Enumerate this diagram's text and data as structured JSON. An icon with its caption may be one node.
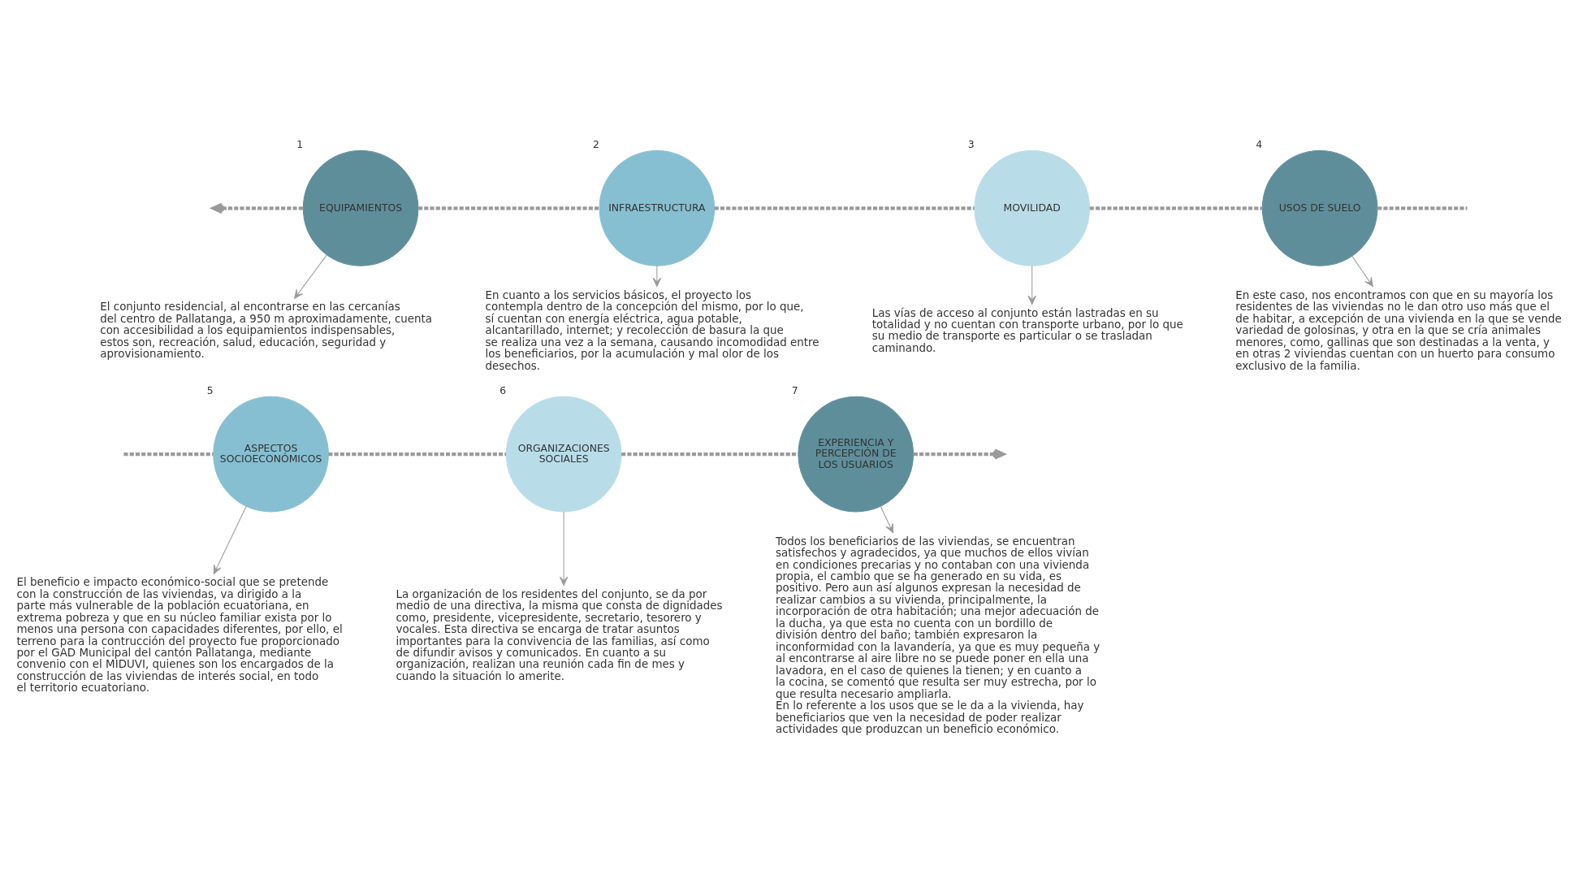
{
  "diagram": {
    "nodes": [
      {
        "text": [
          "EQUIPAMIENTOS"
        ],
        "beside": [
          "1"
        ]
      },
      {
        "text": [
          "INFRAESTRUCTURA"
        ],
        "beside": [
          "2"
        ]
      },
      {
        "text": [
          "MOVILIDAD"
        ],
        "beside": [
          "3"
        ]
      },
      {
        "text": [
          "USOS DE SUELO"
        ],
        "beside": [
          "4"
        ]
      },
      {
        "text": [
          "ASPECTOS SOCIOECONÓMICOS"
        ],
        "beside": [
          "5"
        ]
      },
      {
        "text": [
          "ORGANIZACIONES SOCIALES"
        ],
        "beside": [
          "6"
        ]
      },
      {
        "text": [
          "EXPERIENCIA Y PERCEPCIÓN DE LOS USUARIOS"
        ],
        "beside": [
          "7"
        ]
      },
      {
        "text": [
          "El conjunto residencial, al encontrarse en las cercanías del centro de Pallatanga, a 950 m aproximadamente, cuenta con accesibilidad a los equipamientos indispensables, estos son, recreación, salud, educación, seguridad y aprovisionamiento."
        ]
      },
      {
        "text": [
          "En cuanto a los servicios básicos, el proyecto los contempla dentro de la concepción del mismo, por lo que, sí cuentan con energía eléctrica, agua potable, alcantarillado, internet; y recolección de basura la que se realiza una vez a la semana, causando incomodidad entre los beneficiarios, por la acumulación y mal olor de los desechos."
        ]
      },
      {
        "text": [
          "Las vías de acceso al conjunto están lastradas en su totalidad y no cuentan con transporte urbano, por lo que su medio de transporte es particular o se trasladan caminando."
        ]
      },
      {
        "text": [
          "En este caso, nos encontramos con que en su mayoría los residentes de las viviendas no le dan otro uso más que el de habitar, a excepción de una vivienda en la que se vende variedad de golosinas, y otra en la que se cría animales menores, como, gallinas que son destinadas a la venta, y en otras 2 viviendas cuentan con un huerto para consumo exclusivo de la familia."
        ]
      },
      {
        "text": [
          "El beneficio e impacto económico-social que se pretende con la construcción de las viviendas, va dirigido a la parte más vulnerable de la población ecuatoriana, en extrema pobreza y que en su núcleo familiar exista por lo menos una persona con capacidades diferentes, por ello, el terreno para la contrucción del proyecto fue proporcionado por el GAD Municipal del cantón Pallatanga, mediante convenio con el MIDUVI, quienes son los encargados de la construcción de las viviendas de interés social, en todo el territorio ecuatoriano."
        ]
      },
      {
        "text": [
          "La organización de los residentes del conjunto, se da por medio de una directiva, la misma que consta de dignidades como, presidente, vicepresidente, secretario, tesorero y vocales. Esta directiva se encarga de tratar asuntos importantes para la convivencia de las familias, así como de difundir avisos y comunicados. En cuanto a su organización, realizan una reunión cada fin de mes y cuando la situación lo amerite."
        ]
      },
      {
        "text": [
          "Todos los beneficiarios de las viviendas, se encuentran satisfechos y agradecidos, ya que muchos de ellos vivían en condiciones precarias y no contaban con una vivienda propia, el cambio que se ha generado en su vida, es positivo. Pero aun así algunos expresan la necesidad de realizar cambios a su vivienda, principalmente, la incorporación de otra habitación; una mejor adecuación de la ducha, ya que esta no cuenta con un bordillo de división dentro del baño; también expresaron la inconformidad con la lavandería, ya que es muy pequeña y al encontrarse al aire libre no se puede poner en ella una lavadora, en el caso de quienes la tienen; y en cuanto a la cocina, se comentó que resulta ser muy estrecha, por lo que resulta necesario ampliarla.",
          "En lo referente a los usos que se le da a la vivienda, hay beneficiarios que ven la necesidad de poder realizar actividades que produzcan un beneficio económico."
        ]
      }
    ],
    "edges": [
      {
        "from": 0,
        "to": null,
        "arrow": "to",
        "style": "dashed"
      },
      {
        "from": 0,
        "to": 1,
        "arrow": "none",
        "style": "dashed"
      },
      {
        "from": 1,
        "to": 2,
        "arrow": "none",
        "style": "dashed"
      },
      {
        "from": 2,
        "to": 3,
        "arrow": "none",
        "style": "dashed"
      },
      {
        "from": 3,
        "to": null,
        "arrow": "none",
        "style": "dashed"
      },
      {
        "from": null,
        "to": 4,
        "arrow": "none",
        "style": "dashed"
      },
      {
        "from": 4,
        "to": 5,
        "arrow": "none",
        "style": "dashed"
      },
      {
        "from": 5,
        "to": 6,
        "arrow": "none",
        "style": "dashed"
      },
      {
        "from": 6,
        "to": null,
        "arrow": "to",
        "style": "dashed"
      },
      {
        "from": 0,
        "to": 7,
        "arrow": "to"
      },
      {
        "from": 1,
        "to": 8,
        "arrow": "to"
      },
      {
        "from": 2,
        "to": 9,
        "arrow": "to"
      },
      {
        "from": 3,
        "to": 10,
        "arrow": "to"
      },
      {
        "from": 4,
        "to": 11,
        "arrow": "to"
      },
      {
        "from": 5,
        "to": 12,
        "arrow": "to"
      },
      {
        "from": 6,
        "to": 13,
        "arrow": "to"
      }
    ]
  }
}
